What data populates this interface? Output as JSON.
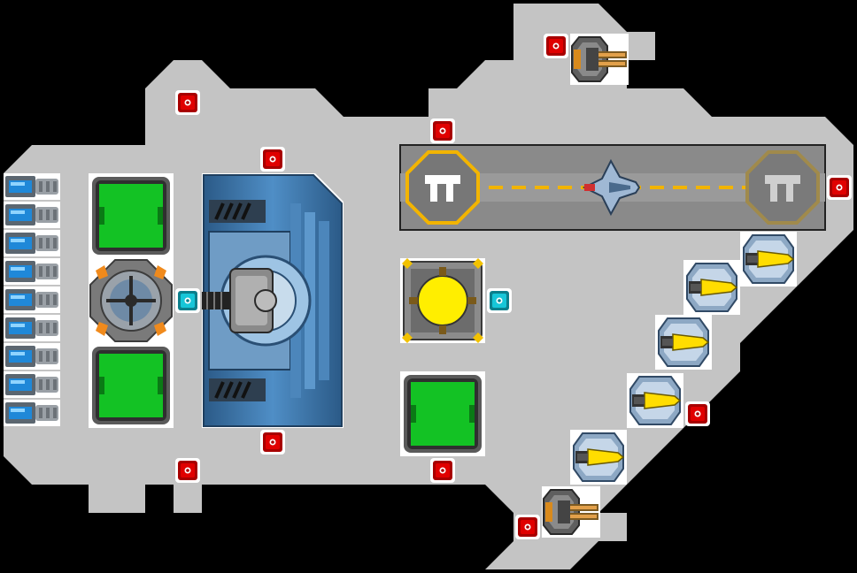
{
  "colors": {
    "background": "#000000",
    "hull": "#c4c4c4",
    "panel": "#8e8e8e",
    "room_green": "#13c224",
    "room_border": "#3a3a3a",
    "red_node": "#e00000",
    "cyan_node": "#17c6d8",
    "yellow_core": "#ffee00",
    "blue_module": "#3f75a8",
    "runway": "#8a8a8a",
    "runway_border": "#333333",
    "pad_yellow": "#f2b400"
  },
  "icons": {
    "battery": "battery-icon",
    "reactor": "reactor-icon",
    "engine_module": "engine-module-icon",
    "power_core": "power-core-icon",
    "landing_pad": "landing-pad-icon",
    "fighter": "fighter-icon",
    "missile_pod": "missile-pod-icon",
    "turret": "turret-icon",
    "hardpoint_red": "hardpoint-red-icon",
    "hardpoint_cyan": "hardpoint-cyan-icon"
  },
  "battery_count": 9,
  "missile_pod_count": 5,
  "green_room_count": 3
}
